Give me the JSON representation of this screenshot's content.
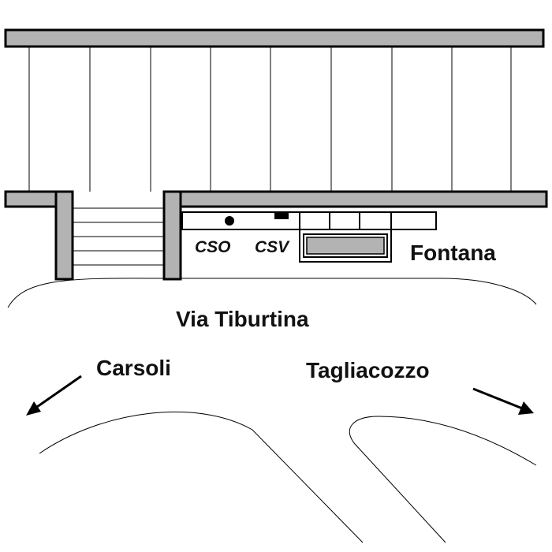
{
  "labels": {
    "street": "Via  Tiburtina",
    "fountain": "Fontana",
    "cso": "CSO",
    "csv": "CSV",
    "left_direction": "Carsoli",
    "right_direction": "Tagliacozzo"
  },
  "colors": {
    "platform_fill": "#b3b3b3",
    "stroke": "#000000",
    "background": "#ffffff"
  }
}
